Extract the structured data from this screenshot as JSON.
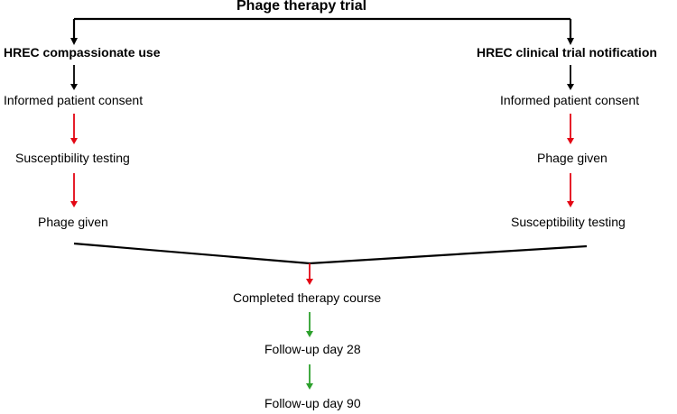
{
  "title": "Phage therapy trial",
  "left_branch": {
    "heading": "HREC compassionate use",
    "steps": [
      "Informed patient consent",
      "Susceptibility testing",
      "Phage given"
    ]
  },
  "right_branch": {
    "heading": "HREC clinical trial notification",
    "steps": [
      "Informed patient consent",
      "Phage given",
      "Susceptibility testing"
    ]
  },
  "merged": {
    "steps": [
      "Completed therapy course",
      "Follow-up day 28",
      "Follow-up day 90"
    ]
  },
  "colors": {
    "line": "#000000",
    "arrow_black": "#000000",
    "arrow_red": "#e30613",
    "arrow_green": "#2ca02c"
  }
}
